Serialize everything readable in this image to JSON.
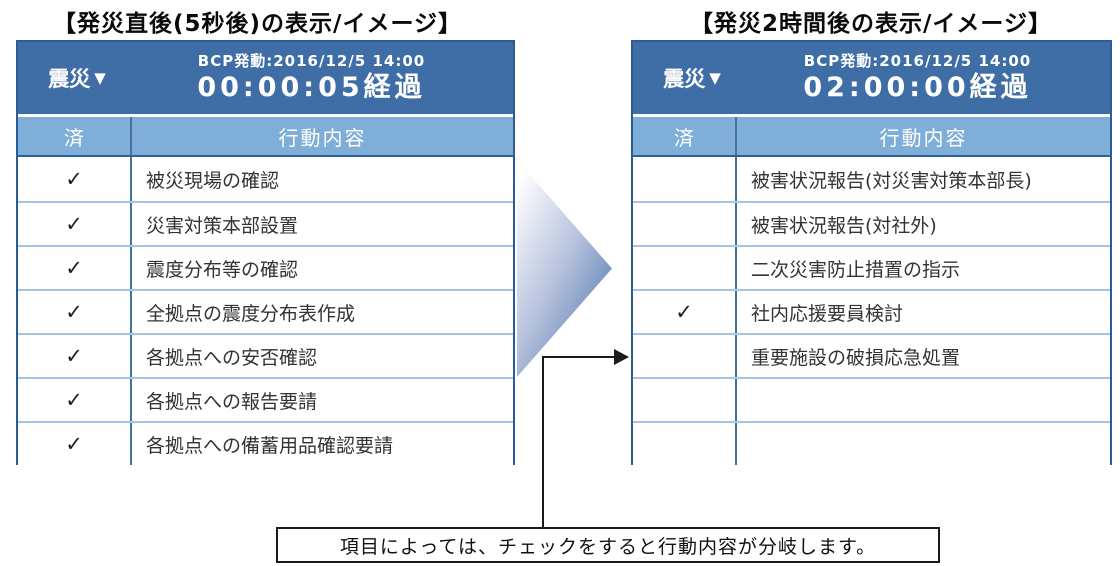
{
  "left_panel": {
    "title": "【発災直後(5秒後)の表示/イメージ】",
    "header": {
      "disaster_label": "震災",
      "dropdown_icon": "▼",
      "bcp_line": "BCP発動:2016/12/5 14:00",
      "elapsed": "00:00:05経過"
    },
    "columns": {
      "done": "済",
      "action": "行動内容"
    },
    "rows": [
      {
        "done": "✓",
        "action": "被災現場の確認"
      },
      {
        "done": "✓",
        "action": "災害対策本部設置"
      },
      {
        "done": "✓",
        "action": "震度分布等の確認"
      },
      {
        "done": "✓",
        "action": "全拠点の震度分布表作成"
      },
      {
        "done": "✓",
        "action": "各拠点への安否確認"
      },
      {
        "done": "✓",
        "action": "各拠点への報告要請"
      },
      {
        "done": "✓",
        "action": "各拠点への備蓄用品確認要請"
      }
    ]
  },
  "right_panel": {
    "title": "【発災2時間後の表示/イメージ】",
    "header": {
      "disaster_label": "震災",
      "dropdown_icon": "▼",
      "bcp_line": "BCP発動:2016/12/5 14:00",
      "elapsed": "02:00:00経過"
    },
    "columns": {
      "done": "済",
      "action": "行動内容"
    },
    "rows": [
      {
        "done": "",
        "action": "被害状況報告(対災害対策本部長)"
      },
      {
        "done": "",
        "action": "被害状況報告(対社外)"
      },
      {
        "done": "",
        "action": "二次災害防止措置の指示"
      },
      {
        "done": "✓",
        "action": "社内応援要員検討"
      },
      {
        "done": "",
        "action": "重要施設の破損応急処置"
      },
      {
        "done": "",
        "action": ""
      },
      {
        "done": "",
        "action": ""
      }
    ]
  },
  "caption": "項目によっては、チェックをすると行動内容が分岐します。",
  "colors": {
    "header_bg": "#3f6ea6",
    "subheader_bg": "#7fafd8",
    "table_border": "#2b5c94",
    "row_divider": "#a3c4e3",
    "column_divider": "#44719f",
    "arrow_dark": "#3e6da7",
    "connector": "#1a1a1a"
  }
}
